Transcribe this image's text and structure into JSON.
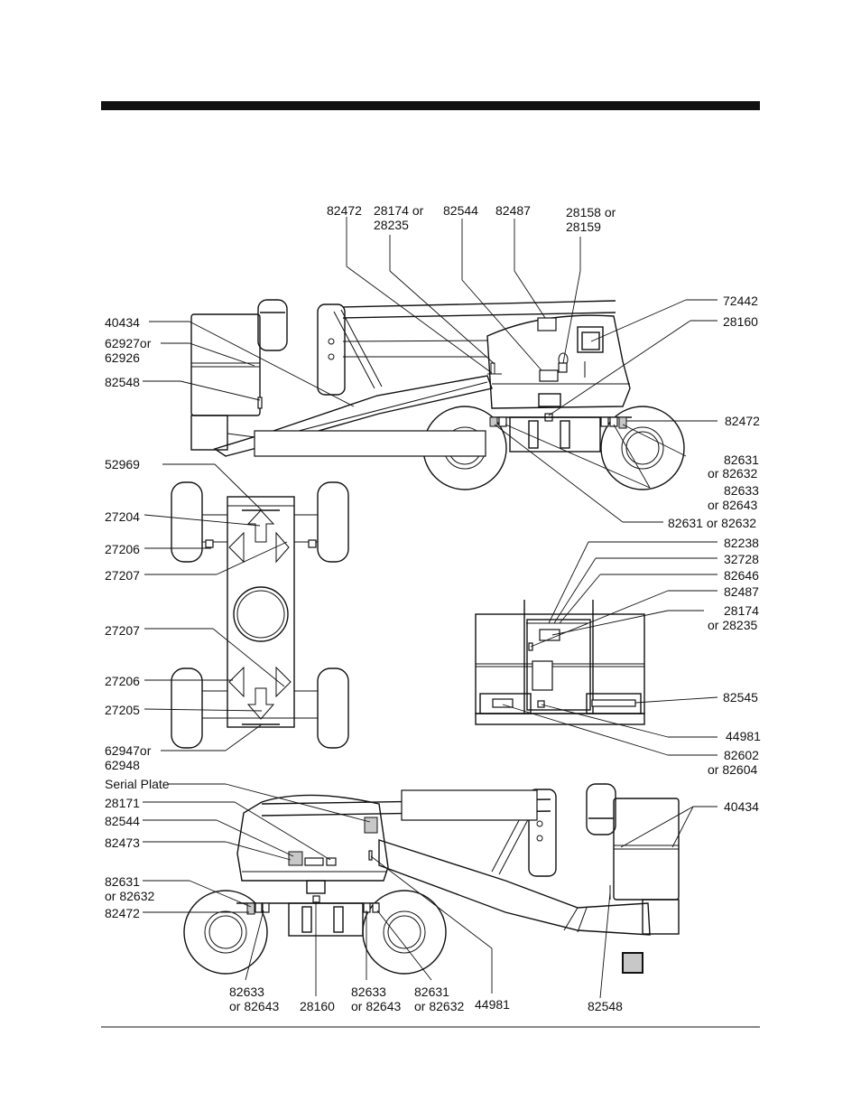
{
  "callouts": {
    "top_82472": "82472",
    "top_28174": "28174 or",
    "top_28235": "28235",
    "top_82544": "82544",
    "top_82487": "82487",
    "top_28158": "28158  or",
    "top_28159": "28159",
    "r_72442": "72442",
    "r_28160": "28160",
    "r_82472": "82472",
    "r_82631": "82631",
    "r_or82632": "or 82632",
    "r_82633": "82633",
    "r_or82643": "or 82643",
    "r_82631or82632": "82631 or 82632",
    "r_82238": "82238",
    "r_32728": "32728",
    "r_82646": "82646",
    "r_82487": "82487",
    "r_28174": "28174",
    "r_or28235": "or 28235",
    "r_82545": "82545",
    "r_44981": "44981",
    "r_82602": "82602",
    "r_or82604": "or 82604",
    "r_40434": "40434",
    "l_40434": "40434",
    "l_62927": "62927or",
    "l_62926": "62926",
    "l_82548": "82548",
    "l_52969": "52969",
    "l_27204": "27204",
    "l_27206a": "27206",
    "l_27207a": "27207",
    "l_27207b": "27207",
    "l_27206b": "27206",
    "l_27205": "27205",
    "l_62947": "62947or",
    "l_62948": "62948",
    "l_serial": "Serial Plate",
    "l_28171": "28171",
    "l_82544": "82544",
    "l_82473": "82473",
    "l_82631": "82631",
    "l_or82632": "or 82632",
    "l_82472": "82472",
    "b_82633a": "82633",
    "b_or82643a": "or 82643",
    "b_28160": "28160",
    "b_82633b": "82633",
    "b_or82643b": "or 82643",
    "b_82631": "82631",
    "b_or82632": "or 82632",
    "b_44981": "44981",
    "b_82548": "82548"
  }
}
